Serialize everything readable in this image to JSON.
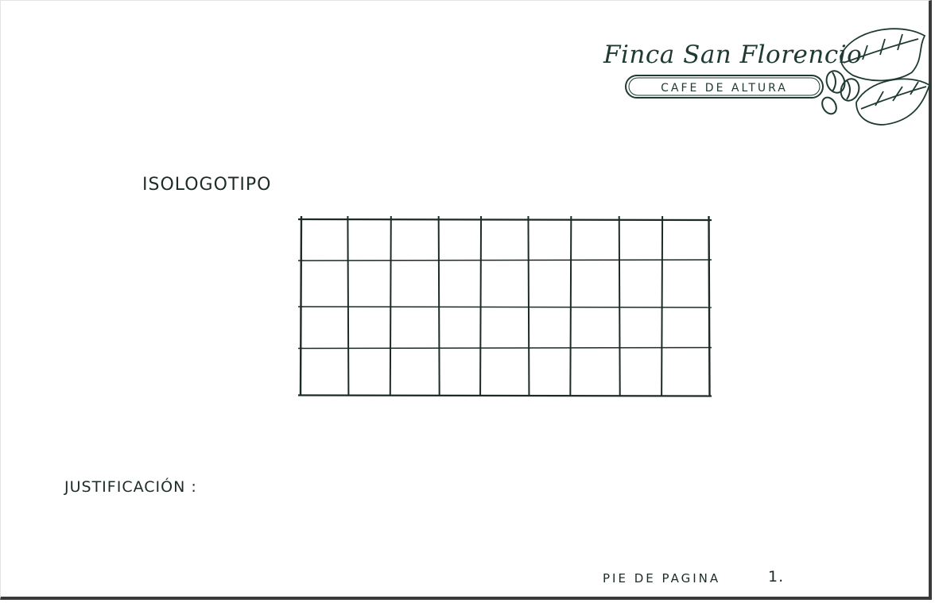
{
  "logo": {
    "brand_name": "Finca San Florencio",
    "tagline": "CAFE DE ALTURA"
  },
  "section_title": "ISOLOGOTIPO",
  "justification_label": "JUSTIFICACIÓN :",
  "footer": {
    "label": "PIE DE PAGINA",
    "page_number": "1."
  },
  "grid": {
    "columns": 9,
    "rows": 4
  }
}
